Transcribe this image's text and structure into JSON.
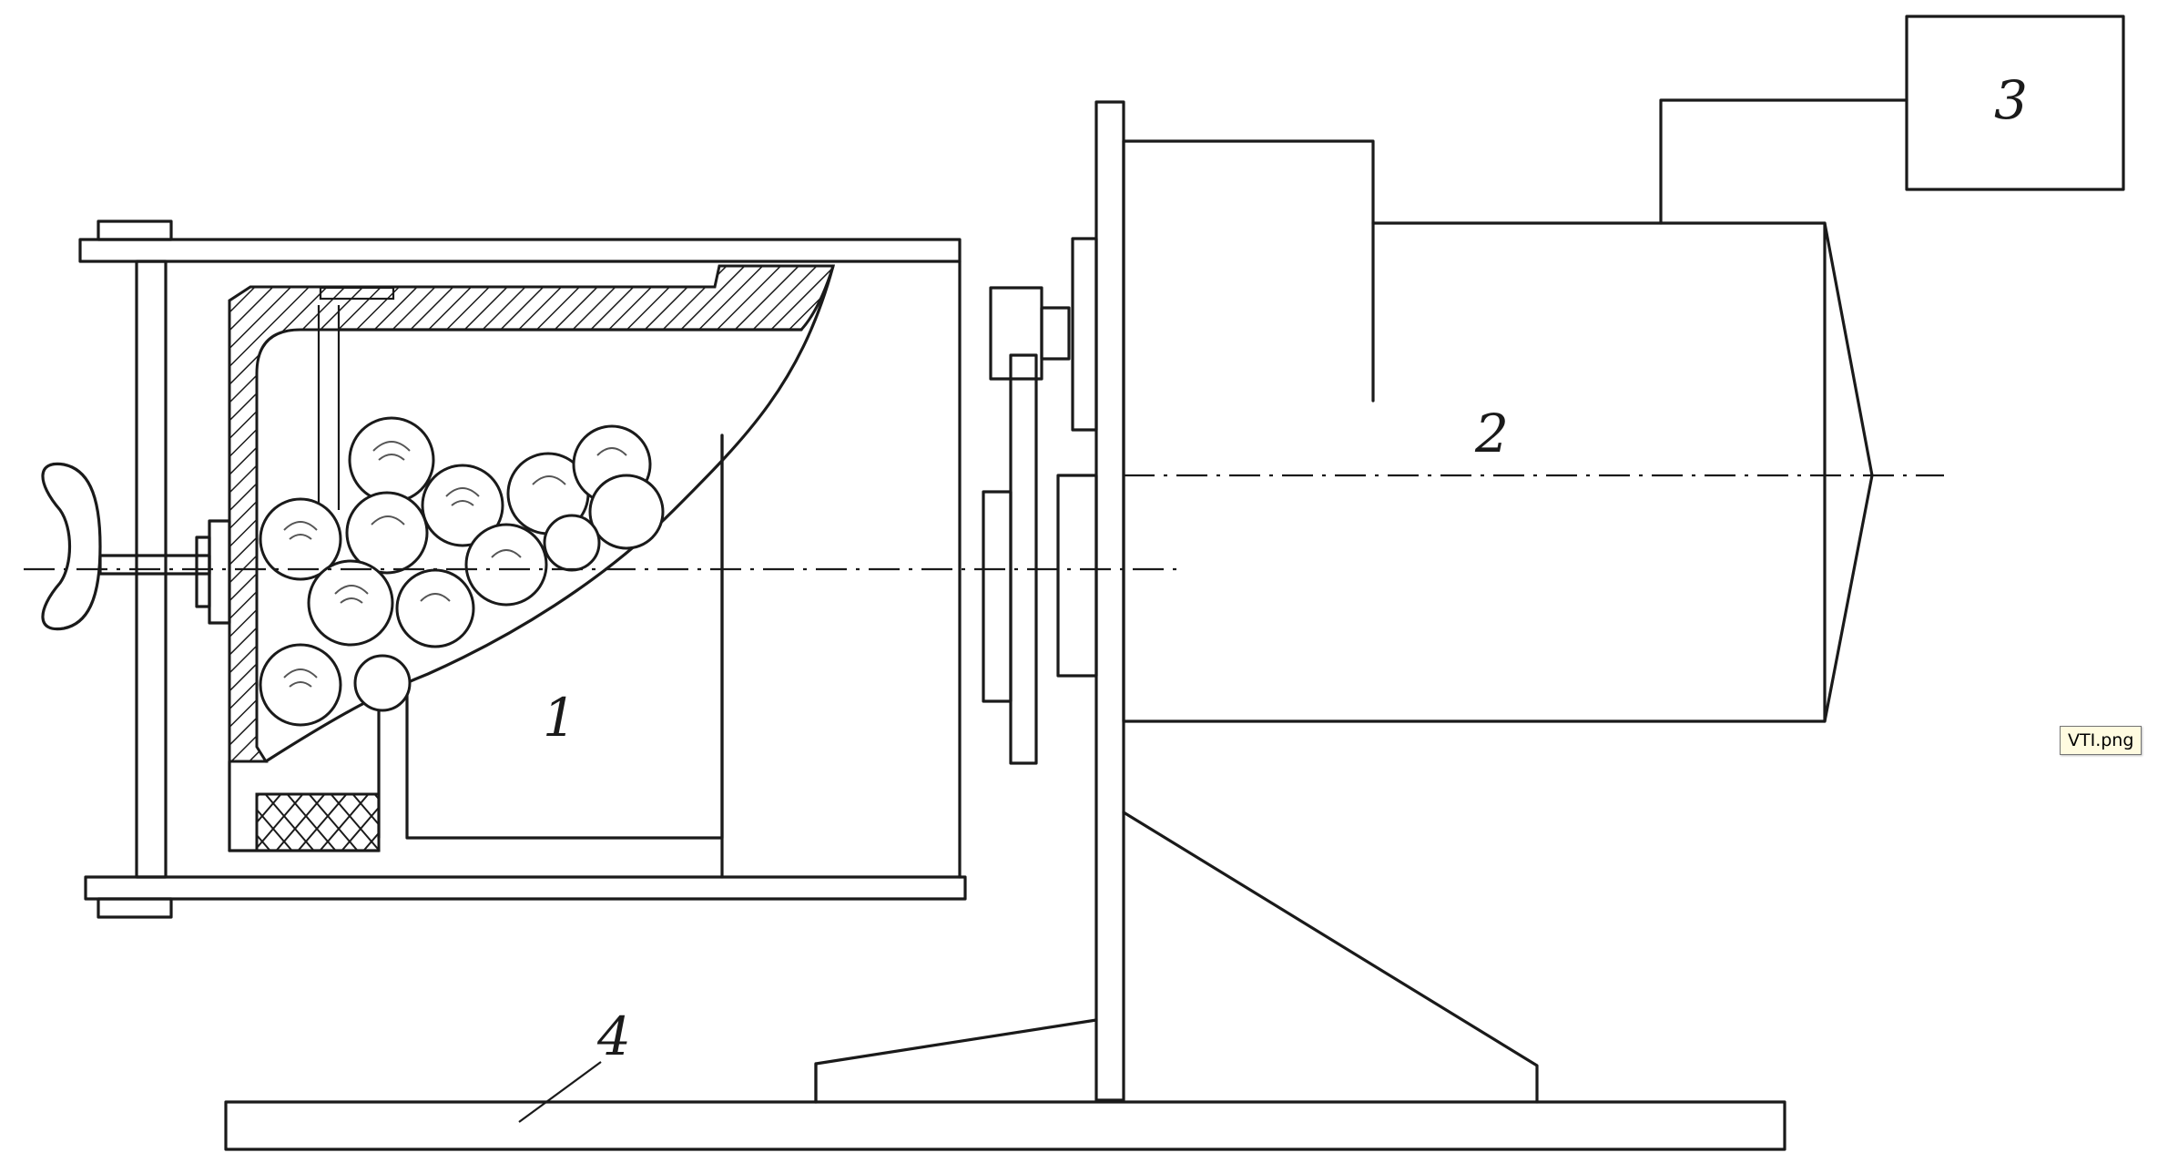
{
  "diagram": {
    "labels": {
      "label_1": "1",
      "label_2": "2",
      "label_3": "3",
      "label_4": "4"
    }
  },
  "tooltip": {
    "filename": "VTI.png"
  }
}
